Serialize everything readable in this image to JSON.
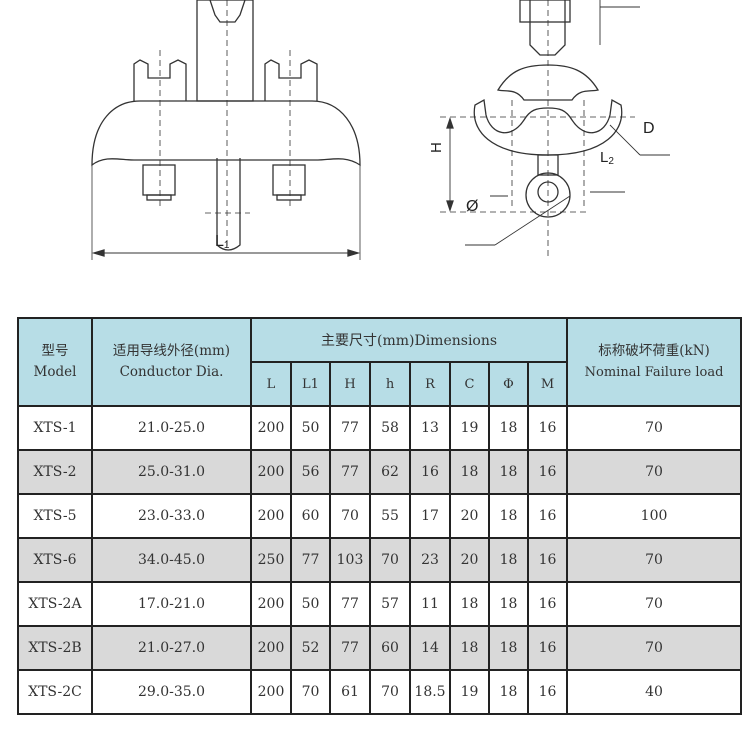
{
  "drawing": {
    "labels": {
      "L1": "L",
      "L1_sub": "1",
      "H": "H",
      "D": "D",
      "L2": "L",
      "L2_sub": "2",
      "phi": "Ø"
    }
  },
  "table": {
    "header": {
      "model_cn": "型号",
      "model_en": "Model",
      "conductor_cn": "适用导线外径(mm)",
      "conductor_en": "Conductor Dia.",
      "dimensions": "主要尺寸(mm)Dimensions",
      "load_cn": "标称破坏荷重(kN)",
      "load_en": "Nominal Failure load",
      "dim_cols": [
        "L",
        "L1",
        "H",
        "h",
        "R",
        "C",
        "Φ",
        "M"
      ]
    },
    "rows": [
      {
        "model": "XTS-1",
        "dia": "21.0-25.0",
        "dims": [
          "200",
          "50",
          "77",
          "58",
          "13",
          "19",
          "18",
          "16"
        ],
        "load": "70"
      },
      {
        "model": "XTS-2",
        "dia": "25.0-31.0",
        "dims": [
          "200",
          "56",
          "77",
          "62",
          "16",
          "18",
          "18",
          "16"
        ],
        "load": "70"
      },
      {
        "model": "XTS-5",
        "dia": "23.0-33.0",
        "dims": [
          "200",
          "60",
          "70",
          "55",
          "17",
          "20",
          "18",
          "16"
        ],
        "load": "100"
      },
      {
        "model": "XTS-6",
        "dia": "34.0-45.0",
        "dims": [
          "250",
          "77",
          "103",
          "70",
          "23",
          "20",
          "18",
          "16"
        ],
        "load": "70"
      },
      {
        "model": "XTS-2A",
        "dia": "17.0-21.0",
        "dims": [
          "200",
          "50",
          "77",
          "57",
          "11",
          "18",
          "18",
          "16"
        ],
        "load": "70"
      },
      {
        "model": "XTS-2B",
        "dia": "21.0-27.0",
        "dims": [
          "200",
          "52",
          "77",
          "60",
          "14",
          "18",
          "18",
          "16"
        ],
        "load": "70"
      },
      {
        "model": "XTS-2C",
        "dia": "29.0-35.0",
        "dims": [
          "200",
          "70",
          "61",
          "70",
          "18.5",
          "19",
          "18",
          "16"
        ],
        "load": "40"
      }
    ]
  }
}
